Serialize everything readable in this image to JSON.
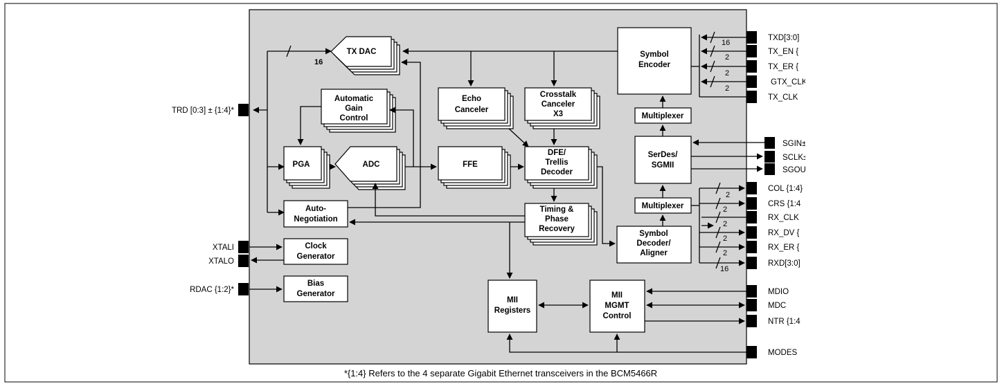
{
  "blocks": {
    "tx_dac": "TX DAC",
    "symbol_encoder": [
      "Symbol",
      "Encoder"
    ],
    "agc": [
      "Automatic",
      "Gain",
      "Control"
    ],
    "echo_canceler": [
      "Echo",
      "Canceler"
    ],
    "crosstalk_canceler": [
      "Crosstalk",
      "Canceler",
      "X3"
    ],
    "pga": "PGA",
    "adc": "ADC",
    "ffe": "FFE",
    "dfe_trellis": [
      "DFE/",
      "Trellis",
      "Decoder"
    ],
    "serdes": [
      "SerDes/",
      "SGMII"
    ],
    "mux_top": "Multiplexer",
    "mux_bottom": "Multiplexer",
    "auto_negotiation": [
      "Auto-",
      "Negotiation"
    ],
    "timing_phase": [
      "Timing &",
      "Phase",
      "Recovery"
    ],
    "symbol_decoder": [
      "Symbol",
      "Decoder/",
      "Aligner"
    ],
    "clock_generator": [
      "Clock",
      "Generator"
    ],
    "bias_generator": [
      "Bias",
      "Generator"
    ],
    "mii_registers": [
      "MII",
      "Registers"
    ],
    "mii_mgmt": [
      "MII",
      "MGMT",
      "Control"
    ]
  },
  "pins_left": {
    "trd": "TRD [0:3] ± {1:4}*",
    "xtali": "XTALI",
    "xtalo": "XTALO",
    "rdac": "RDAC {1:2}*"
  },
  "pins_right": {
    "txd": "TXD[3:0]",
    "tx_en": "TX_EN  {",
    "tx_er": "TX_ER  {",
    "gtx_clk": "GTX_CLK",
    "tx_clk": "TX_CLK",
    "sgin": "SGIN±",
    "sclk": "SCLK±",
    "sgout": "SGOUT",
    "col": "COL  {1:4}",
    "crs": "CRS  {1:4",
    "rx_clk": "RX_CLK",
    "rx_dv": "RX_DV  {",
    "rx_er": "RX_ER  {",
    "rxd": "RXD[3:0]",
    "mdio": "MDIO",
    "mdc": "MDC",
    "ntr": "NTR  {1:4",
    "modes": "MODES"
  },
  "bus_widths": {
    "tx_dac_bus": "16",
    "txd": "16",
    "tx_en": "2",
    "tx_er": "2",
    "gtx_clk": "2",
    "col": "2",
    "crs": "2",
    "rx_clk": "2",
    "rx_dv": "2",
    "rx_er": "2",
    "rxd": "16"
  },
  "footnote": "*{1:4} Refers to the 4 separate Gigabit Ethernet transceivers in the BCM5466R"
}
